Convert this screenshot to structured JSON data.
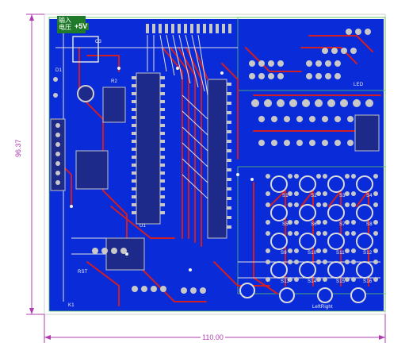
{
  "board": {
    "input_label": "输入\n电压",
    "voltage_label": "+5V",
    "dimension_width": "110.00",
    "dimension_height": "96.37"
  },
  "silkscreen_labels": [
    {
      "text": "C3"
    },
    {
      "text": "D1"
    },
    {
      "text": "U1"
    },
    {
      "text": "RST"
    },
    {
      "text": "K1"
    },
    {
      "text": "R2"
    },
    {
      "text": "S1"
    },
    {
      "text": "S2"
    },
    {
      "text": "S3"
    },
    {
      "text": "S4"
    },
    {
      "text": "S5"
    },
    {
      "text": "S6"
    },
    {
      "text": "S7"
    },
    {
      "text": "S8"
    },
    {
      "text": "S9"
    },
    {
      "text": "S10"
    },
    {
      "text": "S11"
    },
    {
      "text": "S12"
    },
    {
      "text": "S13"
    },
    {
      "text": "S14"
    },
    {
      "text": "S15"
    },
    {
      "text": "S16"
    },
    {
      "text": "LED"
    },
    {
      "text": "LeftRight"
    }
  ],
  "colors": {
    "board": "#0a2bd8",
    "trace_top": "#d21e23",
    "silk": "#e8e8e8",
    "dimension": "#b03cb0",
    "pad": "#c8c8c8"
  }
}
